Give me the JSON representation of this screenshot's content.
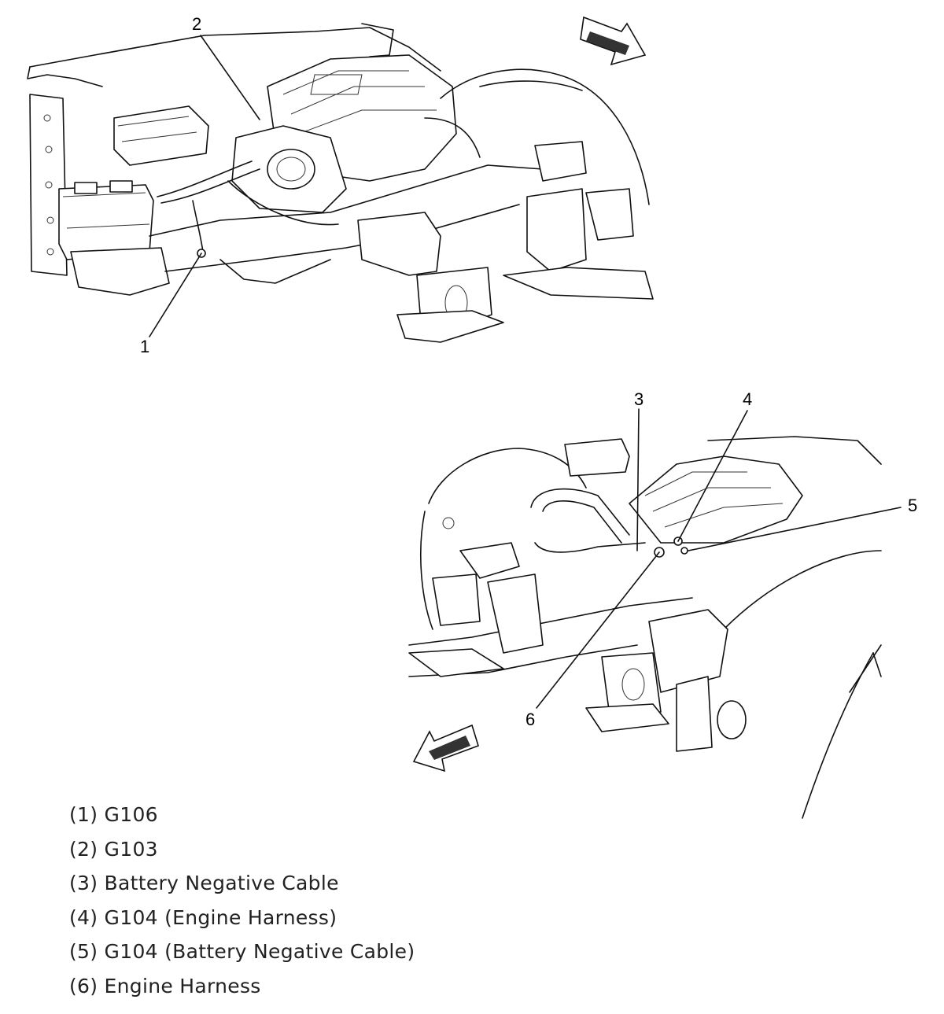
{
  "callouts": {
    "c1": "1",
    "c2": "2",
    "c3": "3",
    "c4": "4",
    "c5": "5",
    "c6": "6"
  },
  "legend": [
    "(1) G106",
    "(2) G103",
    "(3) Battery Negative Cable",
    "(4) G104 (Engine Harness)",
    "(5) G104 (Battery Negative Cable)",
    "(6) Engine Harness"
  ]
}
